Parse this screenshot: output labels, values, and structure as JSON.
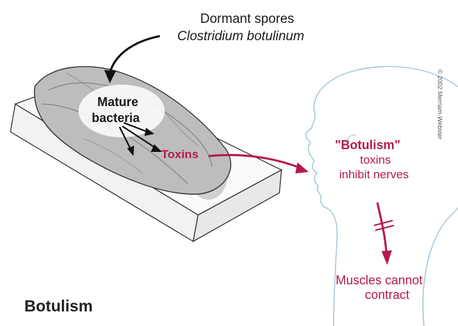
{
  "spores": {
    "line1": "Dormant spores",
    "line2": "Clostridium botulinum"
  },
  "bacteria": {
    "line1": "Mature",
    "line2": "bacteria"
  },
  "toxins_label": "Toxins",
  "effect": {
    "line1": "\"Botulism\"",
    "line2": "toxins",
    "line3": "inhibit nerves"
  },
  "outcome": {
    "line1": "Muscles cannot",
    "line2": "contract"
  },
  "caption": "Botulism",
  "credit": "© 2002 Merriam-Webster",
  "colors": {
    "accent": "#b5194a",
    "outline": "#9fc3d6",
    "ink": "#1a1a1a"
  }
}
